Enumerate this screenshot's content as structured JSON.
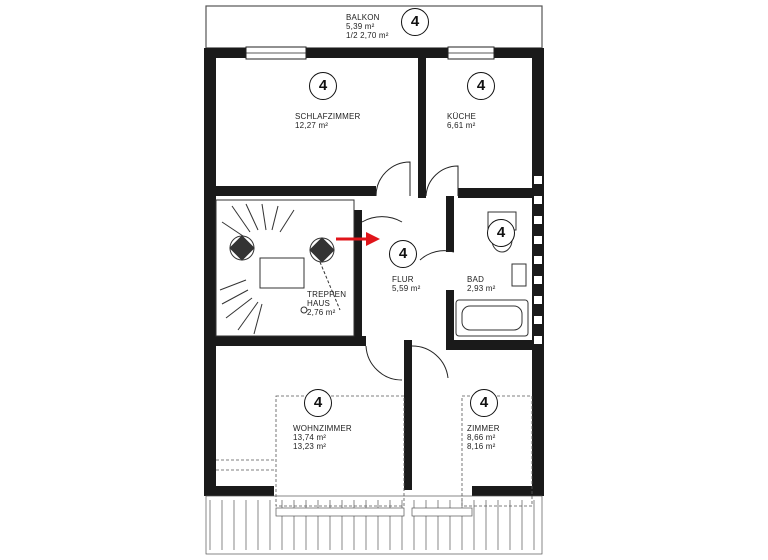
{
  "rooms": {
    "balkon": {
      "name": "BALKON",
      "area": "5,39 m²",
      "area_half": "1/2 2,70 m²",
      "marker": "4"
    },
    "schlafzimmer": {
      "name": "SCHLAFZIMMER",
      "area": "12,27 m²",
      "marker": "4"
    },
    "kueche": {
      "name": "KÜCHE",
      "area": "6,61 m²",
      "marker": "4"
    },
    "flur": {
      "name": "FLUR",
      "area": "5,59 m²",
      "marker": "4"
    },
    "bad": {
      "name": "BAD",
      "area": "2,93 m²",
      "marker": "4"
    },
    "treppenhaus": {
      "name_line1": "TREPPEN",
      "name_line2": "HAUS",
      "area": "2,76 m²"
    },
    "wohnzimmer": {
      "name": "WOHNZIMMER",
      "area": "13,74 m²",
      "area_alt": "13,23 m²",
      "marker": "4"
    },
    "zimmer": {
      "name": "ZIMMER",
      "area": "8,66 m²",
      "area_alt": "8,16 m²",
      "marker": "4"
    }
  },
  "colors": {
    "wall": "#1a1a1a",
    "arrow": "#e0141a",
    "line": "#333333"
  }
}
